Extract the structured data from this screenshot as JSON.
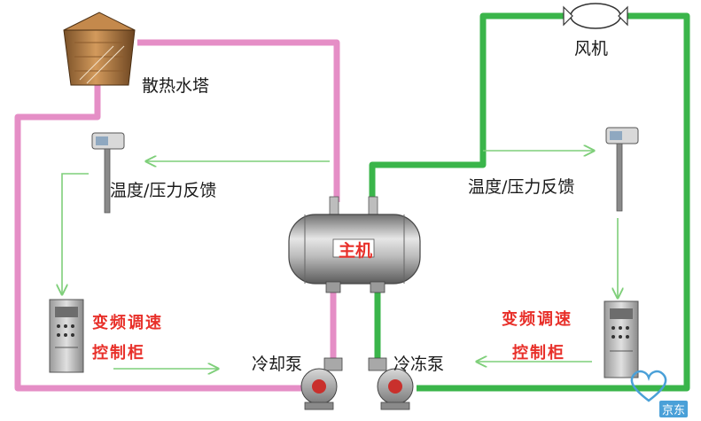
{
  "labels": {
    "cooling_tower": "散热水塔",
    "fan": "风机",
    "feedback_left": "温度/压力反馈",
    "feedback_right": "温度/压力反馈",
    "main_unit": "主机",
    "vfd_left_line1": "变频调速",
    "vfd_left_line2": "控制柜",
    "vfd_right_line1": "变频调速",
    "vfd_right_line2": "控制柜",
    "cooling_pump": "冷却泵",
    "chilled_pump": "冷冻泵"
  },
  "watermark": "京东",
  "colors": {
    "cooling_loop": "#e58ec6",
    "chilled_loop": "#3ab54a",
    "signal_line": "#7fcf7a",
    "label_red": "#e8302a",
    "tank_body": "#9a9a9a",
    "tower_body": "#b47e45"
  }
}
